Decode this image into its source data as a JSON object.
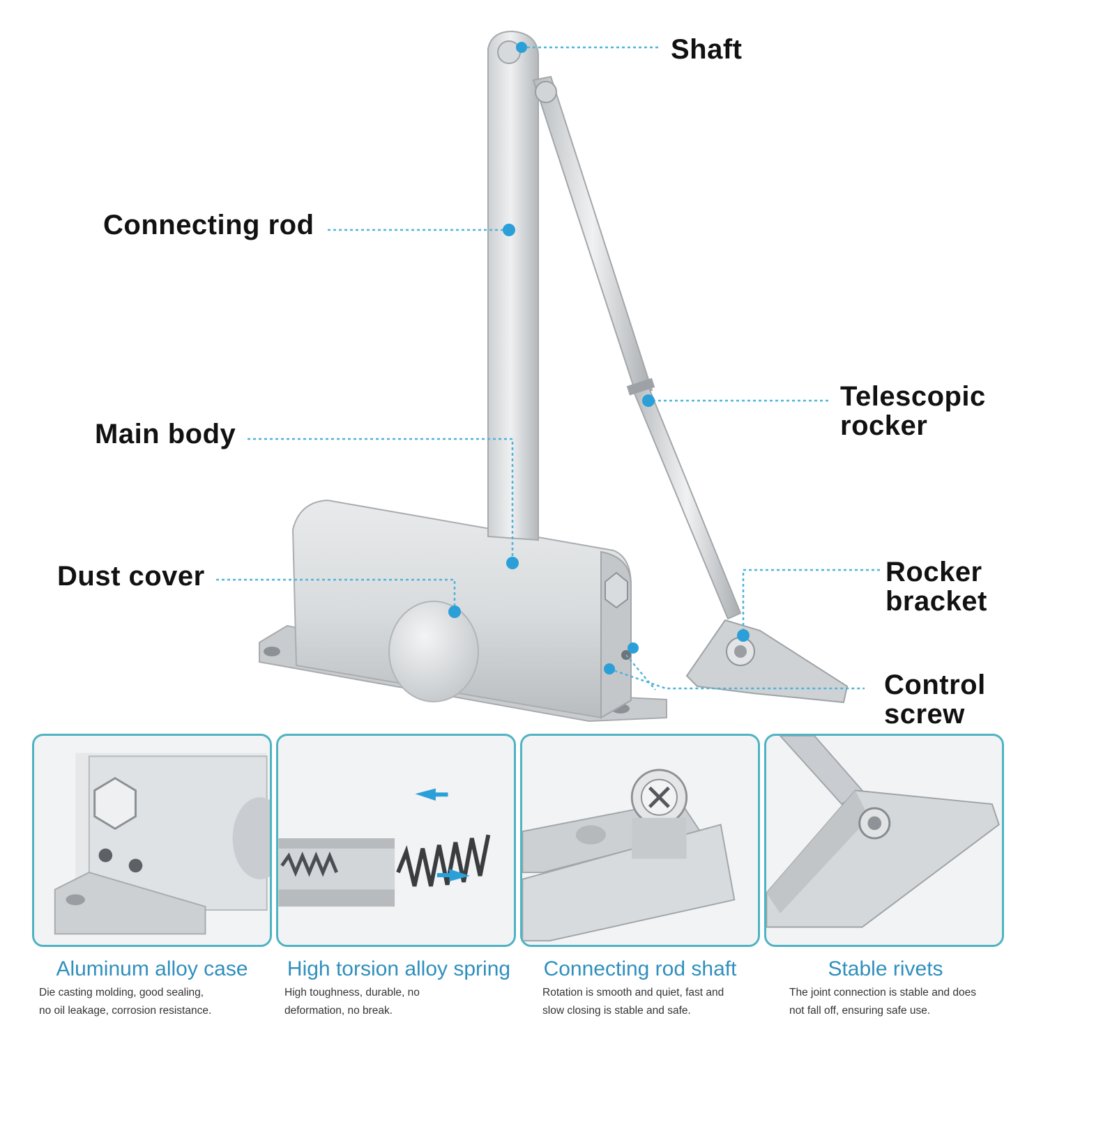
{
  "callouts": {
    "shaft": "Shaft",
    "connecting_rod": "Connecting rod",
    "main_body": "Main body",
    "dust_cover": "Dust cover",
    "telescopic_rocker": [
      "Telescopic",
      "rocker"
    ],
    "rocker_bracket": [
      "Rocker",
      "bracket"
    ],
    "control_screw": [
      "Control",
      "screw"
    ]
  },
  "features": [
    {
      "title": "Aluminum alloy case",
      "desc": [
        "Die casting molding, good sealing,",
        "no oil leakage, corrosion resistance."
      ]
    },
    {
      "title": "High torsion alloy spring",
      "desc": [
        "High toughness, durable, no",
        "deformation, no break."
      ]
    },
    {
      "title": "Connecting rod shaft",
      "desc": [
        "Rotation is smooth and quiet, fast and",
        "slow closing is stable and safe."
      ]
    },
    {
      "title": "Stable rivets",
      "desc": [
        "The joint connection is stable and does",
        "not fall off, ensuring safe use."
      ]
    }
  ],
  "colors": {
    "leader": "#4fb3d9",
    "dot": "#2a9fd8",
    "panel_border": "#4fb3c2",
    "feature_title": "#2f8fbd",
    "metal_light": "#e3e5e7",
    "metal_mid": "#c3c6c9",
    "metal_dark": "#9a9ea2"
  }
}
